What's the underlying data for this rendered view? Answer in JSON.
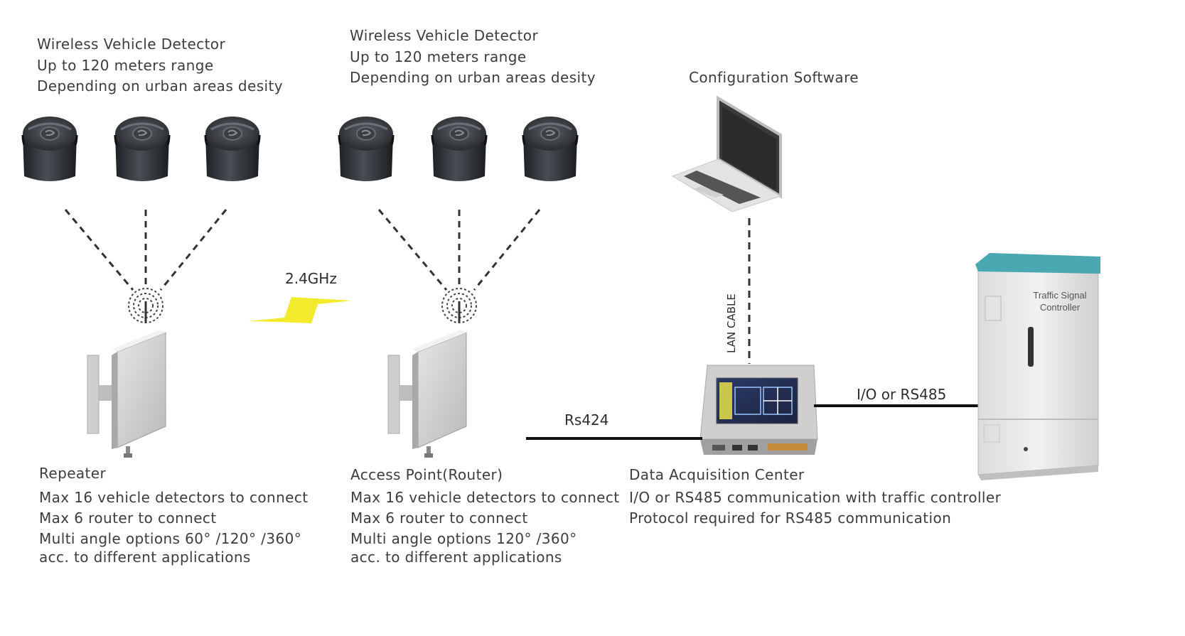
{
  "detector_group_left": {
    "title": "Wireless Vehicle Detector",
    "line2": "Up to 120 meters range",
    "line3": "Depending on urban areas desity"
  },
  "detector_group_middle": {
    "title": "Wireless Vehicle Detector",
    "line2": "Up to 120 meters range",
    "line3": "Depending on urban areas desity"
  },
  "config_software": {
    "title": "Configuration Software"
  },
  "links": {
    "wireless": "2.4GHz",
    "lan": "LAN CABLE",
    "rs424": "Rs424",
    "io_rs485": "I/O or RS485"
  },
  "repeater": {
    "title": "Repeater",
    "line1": "Max 16 vehicle detectors to connect",
    "line2": "Max 6 router to connect",
    "line3": "Multi angle options 60°  /120°  /360°",
    "line4": "acc. to different applications"
  },
  "access_point": {
    "title": "Access Point(Router)",
    "line1": "Max 16 vehicle detectors to connect",
    "line2": "Max 6 router to connect",
    "line3": "Multi angle options 120°  /360°",
    "line4": "acc. to different applications"
  },
  "data_center": {
    "title": "Data Acquisition Center",
    "line1": "I/O or RS485 communication with traffic controller",
    "line2": "Protocol required for RS485 communication"
  },
  "cabinet": {
    "line1": "Traffic  Signal",
    "line2": "Controller"
  },
  "colors": {
    "cable": "#111111",
    "signal_bolt": "#f2ea2a",
    "cabinet_roof": "#4aa8b3",
    "detector_body": "#2f3236"
  }
}
